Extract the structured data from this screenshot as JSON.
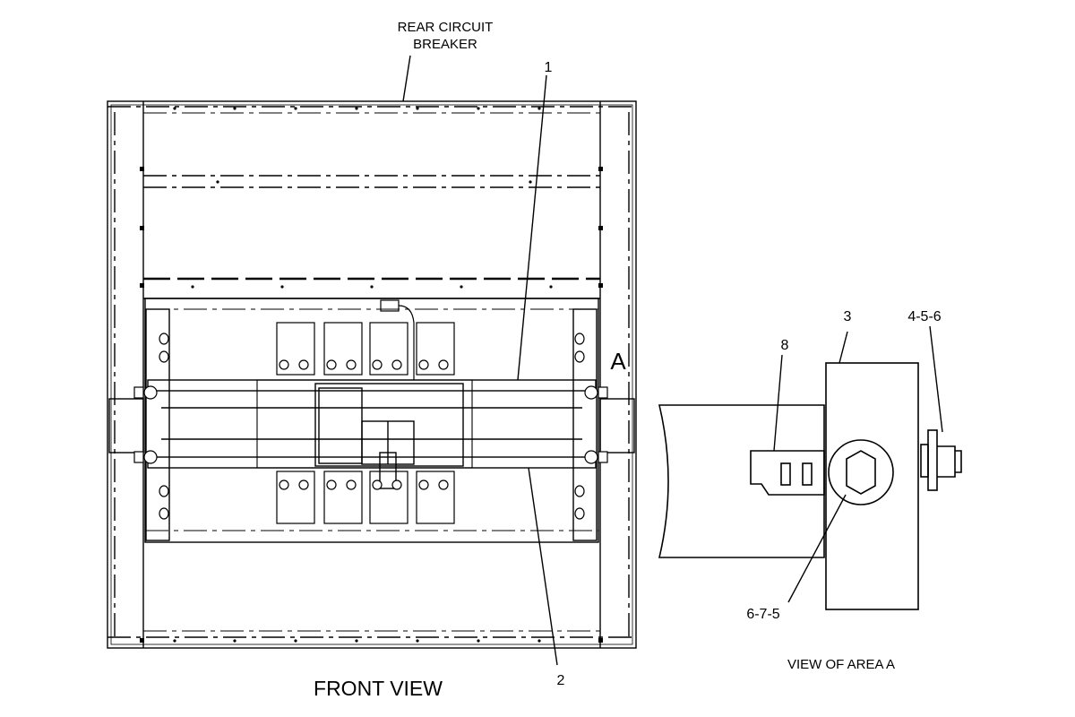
{
  "labels": {
    "rear_circuit_breaker_line1": "REAR CIRCUIT",
    "rear_circuit_breaker_line2": "BREAKER",
    "callout_1": "1",
    "callout_2": "2",
    "callout_3": "3",
    "callout_8": "8",
    "callout_4_5_6": "4-5-6",
    "callout_6_7_5": "6-7-5",
    "area_marker": "A",
    "front_view_title": "FRONT VIEW",
    "detail_view_title": "VIEW OF AREA A"
  }
}
